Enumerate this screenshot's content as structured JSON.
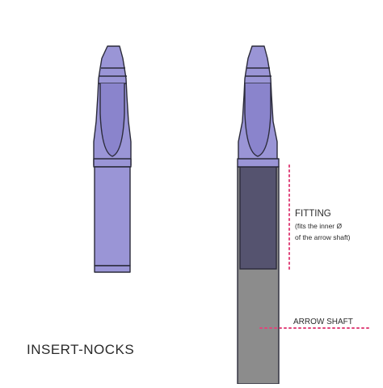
{
  "title": "INSERT-NOCKS",
  "labels": {
    "fitting": "FITTING",
    "fitting_note_line1": "(fits the inner Ø",
    "fitting_note_line2": "of the arrow shaft)",
    "arrow_shaft": "ARROW SHAFT"
  },
  "colors": {
    "nock_purple": "#9a95d6",
    "nock_outline": "#2b2b3a",
    "nock_shadow": "#7a74c0",
    "fitting_dark": "#55536f",
    "shaft_gray": "#8c8c8c",
    "marker_pink": "#e0457b",
    "text": "#2a2a2a"
  }
}
